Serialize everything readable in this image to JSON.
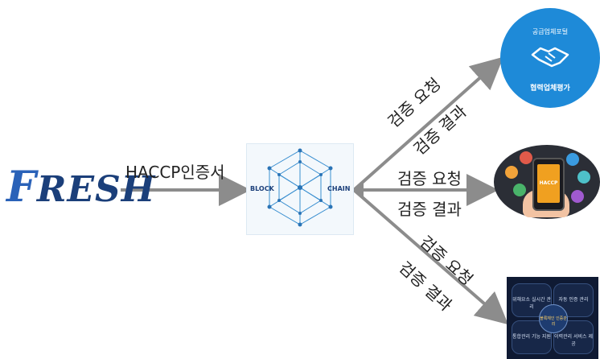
{
  "source": {
    "logo_text": "FRESH",
    "logo_first": "F",
    "logo_rest": "RESH"
  },
  "center": {
    "left_label": "BLOCK",
    "right_label": "CHAIN"
  },
  "input_edge": {
    "label": "HACCP인증서"
  },
  "edges": [
    {
      "request": "검증 요청",
      "result": "검증 결과"
    },
    {
      "request": "검증 요청",
      "result": "검증 결과"
    },
    {
      "request": "검증 요청",
      "result": "검증 결과"
    }
  ],
  "targets": {
    "supplier": {
      "top": "공급업체포털",
      "bottom": "협력업체평가"
    },
    "app": {
      "screen": "HACCP"
    },
    "dashboard": {
      "quads": [
        "위해요소 실시간 관리",
        "자동 인증 관리",
        "통합관리 기능 지원",
        "이력관리 서비스 제공"
      ],
      "center": "블록체인 인증관리"
    }
  },
  "colors": {
    "arrow": "#8c8c8c",
    "brand": "#1b3f7a",
    "circle": "#1e8ad8"
  }
}
